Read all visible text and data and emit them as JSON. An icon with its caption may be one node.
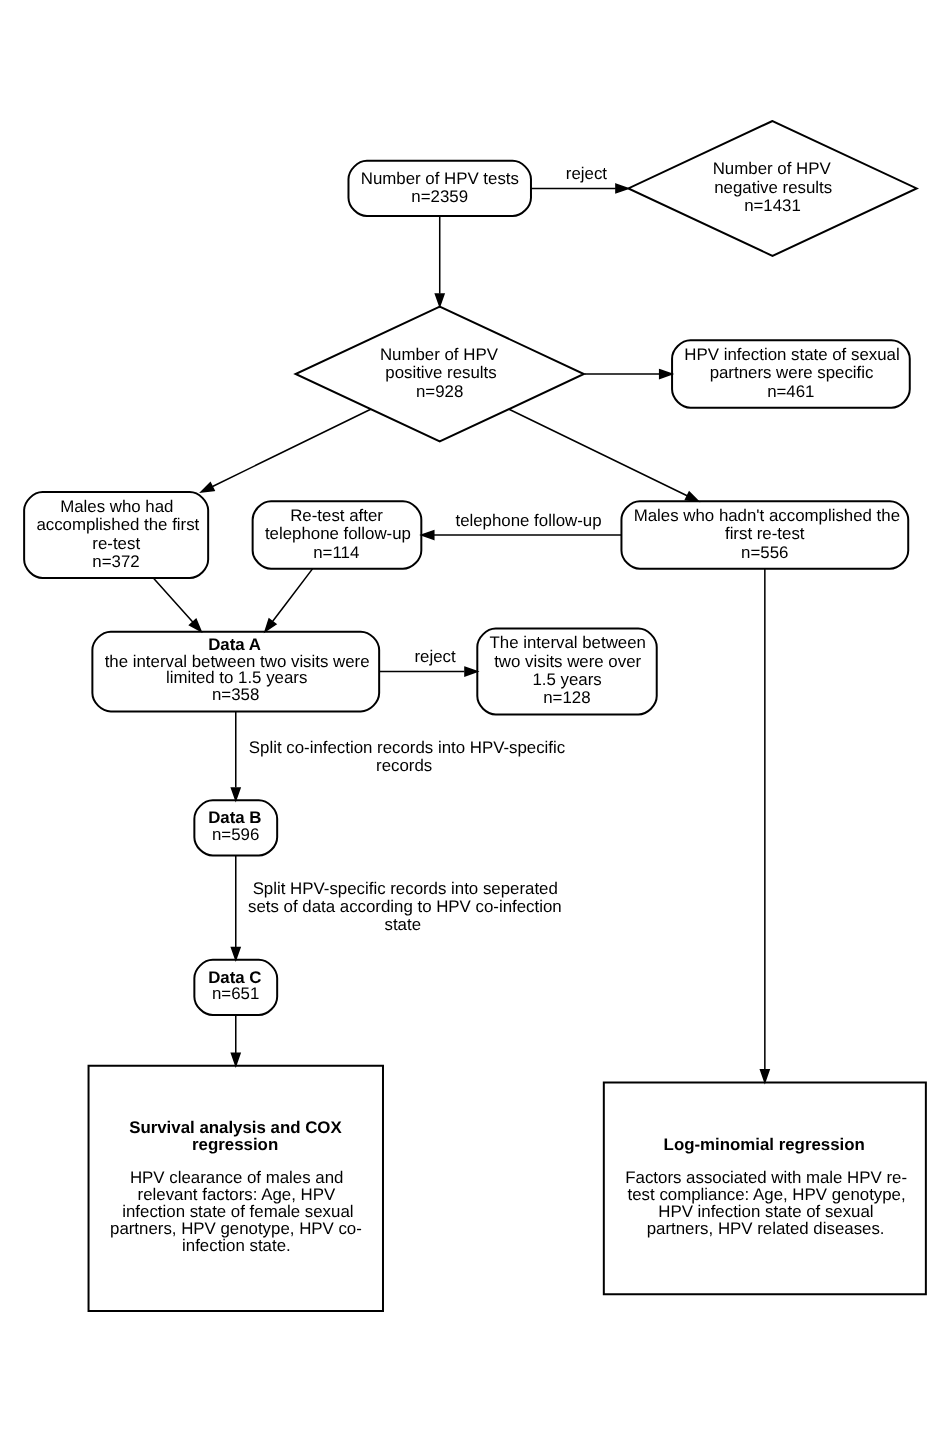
{
  "diagram": {
    "nodes": [
      {
        "text": [
          "Number of HPV tests",
          "n=2359"
        ]
      },
      {
        "text": [
          "Number of HPV negative results",
          "n=1431"
        ]
      },
      {
        "text": [
          "Number of HPV positive results",
          "n=928"
        ]
      },
      {
        "text": [
          "HPV infection state of sexual partners were specific",
          "n=461"
        ]
      },
      {
        "text": [
          "Males who had accomplished the first re-test",
          "n=372"
        ]
      },
      {
        "text": [
          "Re-test after telephone follow-up",
          "n=114"
        ]
      },
      {
        "text": [
          "Males who hadn't accomplished the first re-test",
          "n=556"
        ]
      },
      {
        "text": [
          "Data A",
          "the interval between two visits were limited to 1.5 years",
          "n=358"
        ]
      },
      {
        "text": [
          "The interval between two visits were over 1.5 years",
          "n=128"
        ]
      },
      {
        "text": [
          "Data B",
          "n=596"
        ]
      },
      {
        "text": [
          "Data C",
          "n=651"
        ]
      },
      {
        "text": [
          "Survival analysis and COX regression",
          "HPV clearance of males and relevant factors: Age, HPV infection state of female sexual partners, HPV genotype, HPV co-infection state."
        ]
      },
      {
        "text": [
          "Log-minomial regression",
          "Factors associated with male HPV re-test compliance: Age, HPV genotype, HPV infection state of sexual partners, HPV related diseases."
        ]
      }
    ],
    "edges": [
      {
        "from": 0,
        "to": 1,
        "arrow": "to",
        "label": "reject"
      },
      {
        "from": 0,
        "to": 2,
        "arrow": "to"
      },
      {
        "from": 2,
        "to": 3,
        "arrow": "to"
      },
      {
        "from": 2,
        "to": 4,
        "arrow": "to"
      },
      {
        "from": 2,
        "to": 6,
        "arrow": "to"
      },
      {
        "from": 6,
        "to": 5,
        "arrow": "to",
        "label": "telephone follow-up"
      },
      {
        "from": 4,
        "to": 7,
        "arrow": "to"
      },
      {
        "from": 5,
        "to": 7,
        "arrow": "to"
      },
      {
        "from": 7,
        "to": 8,
        "arrow": "to",
        "label": "reject"
      },
      {
        "from": 7,
        "to": 9,
        "arrow": "to",
        "label": "Split co-infection records into HPV-specific records"
      },
      {
        "from": 9,
        "to": 10,
        "arrow": "to",
        "label": "Split HPV-specific records into seperated sets of data according to HPV co-infection state"
      },
      {
        "from": 10,
        "to": 11,
        "arrow": "to"
      },
      {
        "from": 6,
        "to": 12,
        "arrow": "to"
      }
    ]
  }
}
